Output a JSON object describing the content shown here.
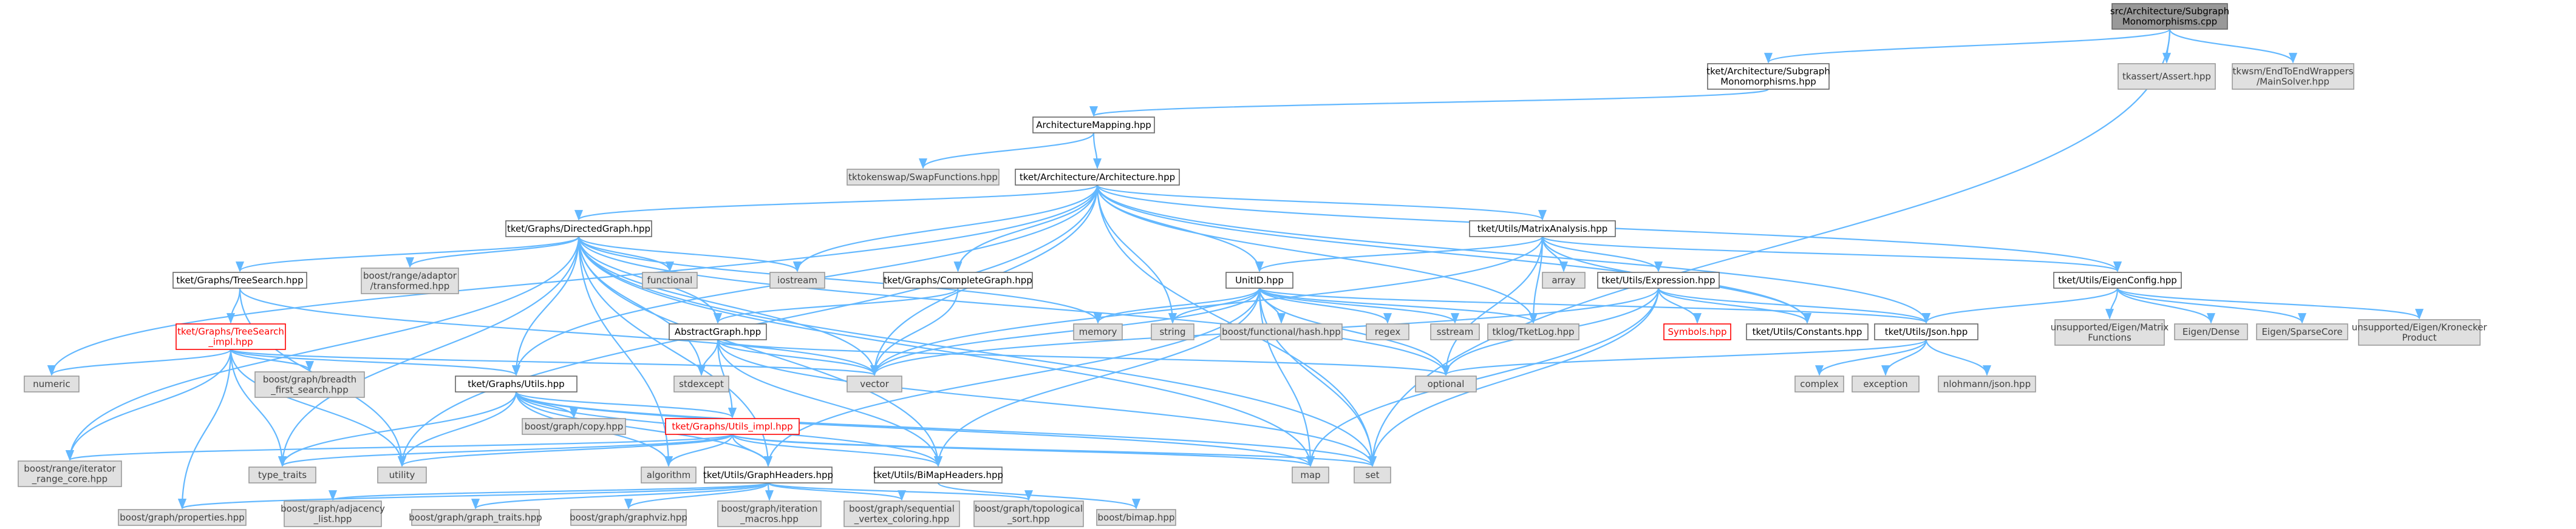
{
  "colors": {
    "edge": "#63b8ff",
    "local_fill": "#ffffff",
    "local_stroke": "#666666",
    "system_fill": "#e0e0e0",
    "system_stroke": "#999999",
    "root_fill": "#999999",
    "cycle_text": "#ff0000"
  },
  "nodes": [
    {
      "id": "root",
      "kind": "root",
      "lines": [
        "src/Architecture/Subgraph",
        "Monomorphisms.cpp"
      ]
    },
    {
      "id": "subgraph_hpp",
      "kind": "local",
      "lines": [
        "tket/Architecture/Subgraph",
        "Monomorphisms.hpp"
      ]
    },
    {
      "id": "tkassert",
      "kind": "sys",
      "lines": [
        "tkassert/Assert.hpp"
      ]
    },
    {
      "id": "mainsolver",
      "kind": "sys",
      "lines": [
        "tkwsm/EndToEndWrappers",
        "/MainSolver.hpp"
      ]
    },
    {
      "id": "archmapping",
      "kind": "local",
      "lines": [
        "ArchitectureMapping.hpp"
      ]
    },
    {
      "id": "swapfunc",
      "kind": "sys",
      "lines": [
        "tktokenswap/SwapFunctions.hpp"
      ]
    },
    {
      "id": "architecture",
      "kind": "local",
      "lines": [
        "tket/Architecture/Architecture.hpp"
      ]
    },
    {
      "id": "directedgraph",
      "kind": "local",
      "lines": [
        "tket/Graphs/DirectedGraph.hpp"
      ]
    },
    {
      "id": "matrixanalysis",
      "kind": "local",
      "lines": [
        "tket/Utils/MatrixAnalysis.hpp"
      ]
    },
    {
      "id": "treesearch",
      "kind": "local",
      "lines": [
        "tket/Graphs/TreeSearch.hpp"
      ]
    },
    {
      "id": "rangeadaptor",
      "kind": "sys",
      "lines": [
        "boost/range/adaptor",
        "/transformed.hpp"
      ]
    },
    {
      "id": "functional",
      "kind": "sys",
      "lines": [
        "functional"
      ]
    },
    {
      "id": "iostream",
      "kind": "sys",
      "lines": [
        "iostream"
      ]
    },
    {
      "id": "completegraph",
      "kind": "local",
      "lines": [
        "tket/Graphs/CompleteGraph.hpp"
      ]
    },
    {
      "id": "array",
      "kind": "sys",
      "lines": [
        "array"
      ]
    },
    {
      "id": "expression",
      "kind": "local",
      "lines": [
        "tket/Utils/Expression.hpp"
      ]
    },
    {
      "id": "eigenconfig",
      "kind": "local",
      "lines": [
        "tket/Utils/EigenConfig.hpp"
      ]
    },
    {
      "id": "unitid",
      "kind": "local",
      "lines": [
        "UnitID.hpp"
      ]
    },
    {
      "id": "treesearchimpl",
      "kind": "red",
      "lines": [
        "tket/Graphs/TreeSearch",
        "_impl.hpp"
      ]
    },
    {
      "id": "abstractgraph",
      "kind": "local",
      "lines": [
        "AbstractGraph.hpp"
      ]
    },
    {
      "id": "memory",
      "kind": "sys",
      "lines": [
        "memory"
      ]
    },
    {
      "id": "string",
      "kind": "sys",
      "lines": [
        "string"
      ]
    },
    {
      "id": "boostfunctional",
      "kind": "sys",
      "lines": [
        "boost/functional/hash.hpp"
      ]
    },
    {
      "id": "regex",
      "kind": "sys",
      "lines": [
        "regex"
      ]
    },
    {
      "id": "sstream",
      "kind": "sys",
      "lines": [
        "sstream"
      ]
    },
    {
      "id": "tketlog",
      "kind": "sys",
      "lines": [
        "tklog/TketLog.hpp"
      ]
    },
    {
      "id": "symbols",
      "kind": "red",
      "lines": [
        "Symbols.hpp"
      ]
    },
    {
      "id": "constants",
      "kind": "local",
      "lines": [
        "tket/Utils/Constants.hpp"
      ]
    },
    {
      "id": "json",
      "kind": "local",
      "lines": [
        "tket/Utils/Json.hpp"
      ]
    },
    {
      "id": "unsupmatrix",
      "kind": "sys",
      "lines": [
        "unsupported/Eigen/Matrix",
        "Functions"
      ]
    },
    {
      "id": "eigendense",
      "kind": "sys",
      "lines": [
        "Eigen/Dense"
      ]
    },
    {
      "id": "eigensparse",
      "kind": "sys",
      "lines": [
        "Eigen/SparseCore"
      ]
    },
    {
      "id": "unsupkron",
      "kind": "sys",
      "lines": [
        "unsupported/Eigen/Kronecker",
        "Product"
      ]
    },
    {
      "id": "numeric",
      "kind": "sys",
      "lines": [
        "numeric"
      ]
    },
    {
      "id": "breadthfirst",
      "kind": "sys",
      "lines": [
        "boost/graph/breadth",
        "_first_search.hpp"
      ]
    },
    {
      "id": "stdexcept",
      "kind": "sys",
      "lines": [
        "stdexcept"
      ]
    },
    {
      "id": "vector",
      "kind": "sys",
      "lines": [
        "vector"
      ]
    },
    {
      "id": "optional",
      "kind": "sys",
      "lines": [
        "optional"
      ]
    },
    {
      "id": "complex",
      "kind": "sys",
      "lines": [
        "complex"
      ]
    },
    {
      "id": "exception",
      "kind": "sys",
      "lines": [
        "exception"
      ]
    },
    {
      "id": "nlohmann",
      "kind": "sys",
      "lines": [
        "nlohmann/json.hpp"
      ]
    },
    {
      "id": "graphutils",
      "kind": "local",
      "lines": [
        "tket/Graphs/Utils.hpp"
      ]
    },
    {
      "id": "boostcopy",
      "kind": "sys",
      "lines": [
        "boost/graph/copy.hpp"
      ]
    },
    {
      "id": "graphutilsimpl",
      "kind": "red",
      "lines": [
        "tket/Graphs/Utils_impl.hpp"
      ]
    },
    {
      "id": "rangeiterator",
      "kind": "sys",
      "lines": [
        "boost/range/iterator",
        "_range_core.hpp"
      ]
    },
    {
      "id": "typetraits",
      "kind": "sys",
      "lines": [
        "type_traits"
      ]
    },
    {
      "id": "utility",
      "kind": "sys",
      "lines": [
        "utility"
      ]
    },
    {
      "id": "algorithm",
      "kind": "sys",
      "lines": [
        "algorithm"
      ]
    },
    {
      "id": "graphheaders",
      "kind": "local",
      "lines": [
        "tket/Utils/GraphHeaders.hpp"
      ]
    },
    {
      "id": "bimapheaders",
      "kind": "local",
      "lines": [
        "tket/Utils/BiMapHeaders.hpp"
      ]
    },
    {
      "id": "map",
      "kind": "sys",
      "lines": [
        "map"
      ]
    },
    {
      "id": "set",
      "kind": "sys",
      "lines": [
        "set"
      ]
    },
    {
      "id": "properties",
      "kind": "sys",
      "lines": [
        "boost/graph/properties.hpp"
      ]
    },
    {
      "id": "adjacency",
      "kind": "sys",
      "lines": [
        "boost/graph/adjacency",
        "_list.hpp"
      ]
    },
    {
      "id": "graphtraits",
      "kind": "sys",
      "lines": [
        "boost/graph/graph_traits.hpp"
      ]
    },
    {
      "id": "graphviz",
      "kind": "sys",
      "lines": [
        "boost/graph/graphviz.hpp"
      ]
    },
    {
      "id": "iteration",
      "kind": "sys",
      "lines": [
        "boost/graph/iteration",
        "_macros.hpp"
      ]
    },
    {
      "id": "seqcoloring",
      "kind": "sys",
      "lines": [
        "boost/graph/sequential",
        "_vertex_coloring.hpp"
      ]
    },
    {
      "id": "toposort",
      "kind": "sys",
      "lines": [
        "boost/graph/topological",
        "_sort.hpp"
      ]
    },
    {
      "id": "bimap",
      "kind": "sys",
      "lines": [
        "boost/bimap.hpp"
      ]
    }
  ],
  "edges": [
    [
      "root",
      "subgraph_hpp"
    ],
    [
      "root",
      "tkassert"
    ],
    [
      "root",
      "mainsolver"
    ],
    [
      "root",
      "set"
    ],
    [
      "subgraph_hpp",
      "archmapping"
    ],
    [
      "archmapping",
      "swapfunc"
    ],
    [
      "archmapping",
      "architecture"
    ],
    [
      "architecture",
      "directedgraph"
    ],
    [
      "architecture",
      "matrixanalysis"
    ],
    [
      "architecture",
      "completegraph"
    ],
    [
      "architecture",
      "eigenconfig"
    ],
    [
      "architecture",
      "unitid"
    ],
    [
      "architecture",
      "json"
    ],
    [
      "architecture",
      "tketlog"
    ],
    [
      "architecture",
      "iostream"
    ],
    [
      "architecture",
      "string"
    ],
    [
      "architecture",
      "vector"
    ],
    [
      "architecture",
      "numeric"
    ],
    [
      "architecture",
      "utility"
    ],
    [
      "architecture",
      "set"
    ],
    [
      "architecture",
      "graphutils"
    ],
    [
      "architecture",
      "constants"
    ],
    [
      "directedgraph",
      "treesearch"
    ],
    [
      "directedgraph",
      "rangeadaptor"
    ],
    [
      "directedgraph",
      "functional"
    ],
    [
      "directedgraph",
      "iostream"
    ],
    [
      "directedgraph",
      "abstractgraph"
    ],
    [
      "directedgraph",
      "graphutils"
    ],
    [
      "directedgraph",
      "memory"
    ],
    [
      "directedgraph",
      "optional"
    ],
    [
      "directedgraph",
      "stdexcept"
    ],
    [
      "directedgraph",
      "vector"
    ],
    [
      "directedgraph",
      "rangeiterator"
    ],
    [
      "directedgraph",
      "typetraits"
    ],
    [
      "directedgraph",
      "algorithm"
    ],
    [
      "directedgraph",
      "graphheaders"
    ],
    [
      "directedgraph",
      "bimapheaders"
    ],
    [
      "directedgraph",
      "map"
    ],
    [
      "directedgraph",
      "set"
    ],
    [
      "treesearch",
      "treesearchimpl"
    ],
    [
      "treesearch",
      "vector"
    ],
    [
      "treesearch",
      "utility"
    ],
    [
      "treesearchimpl",
      "numeric"
    ],
    [
      "treesearchimpl",
      "breadthfirst"
    ],
    [
      "treesearchimpl",
      "graphutils"
    ],
    [
      "treesearchimpl",
      "rangeiterator"
    ],
    [
      "treesearchimpl",
      "typetraits"
    ],
    [
      "treesearchimpl",
      "utility"
    ],
    [
      "treesearchimpl",
      "properties"
    ],
    [
      "treesearchimpl",
      "vector"
    ],
    [
      "completegraph",
      "abstractgraph"
    ],
    [
      "completegraph",
      "vector"
    ],
    [
      "abstractgraph",
      "stdexcept"
    ],
    [
      "abstractgraph",
      "vector"
    ],
    [
      "abstractgraph",
      "optional"
    ],
    [
      "abstractgraph",
      "set"
    ],
    [
      "abstractgraph",
      "bimapheaders"
    ],
    [
      "abstractgraph",
      "graphutilsimpl"
    ],
    [
      "matrixanalysis",
      "unitid"
    ],
    [
      "matrixanalysis",
      "array"
    ],
    [
      "matrixanalysis",
      "expression"
    ],
    [
      "matrixanalysis",
      "eigenconfig"
    ],
    [
      "matrixanalysis",
      "tketlog"
    ],
    [
      "matrixanalysis",
      "vector"
    ],
    [
      "matrixanalysis",
      "optional"
    ],
    [
      "matrixanalysis",
      "constants"
    ],
    [
      "expression",
      "symbols"
    ],
    [
      "expression",
      "constants"
    ],
    [
      "expression",
      "json"
    ],
    [
      "expression",
      "optional"
    ],
    [
      "expression",
      "set"
    ],
    [
      "expression",
      "map"
    ],
    [
      "expression",
      "vector"
    ],
    [
      "eigenconfig",
      "json"
    ],
    [
      "eigenconfig",
      "unsupmatrix"
    ],
    [
      "eigenconfig",
      "eigendense"
    ],
    [
      "eigenconfig",
      "eigensparse"
    ],
    [
      "eigenconfig",
      "unsupkron"
    ],
    [
      "unitid",
      "memory"
    ],
    [
      "unitid",
      "string"
    ],
    [
      "unitid",
      "boostfunctional"
    ],
    [
      "unitid",
      "regex"
    ],
    [
      "unitid",
      "sstream"
    ],
    [
      "unitid",
      "tketlog"
    ],
    [
      "unitid",
      "json"
    ],
    [
      "unitid",
      "vector"
    ],
    [
      "unitid",
      "optional"
    ],
    [
      "unitid",
      "map"
    ],
    [
      "unitid",
      "set"
    ],
    [
      "unitid",
      "bimapheaders"
    ],
    [
      "unitid",
      "graphheaders"
    ],
    [
      "json",
      "complex"
    ],
    [
      "json",
      "exception"
    ],
    [
      "json",
      "nlohmann"
    ],
    [
      "json",
      "optional"
    ],
    [
      "graphutils",
      "boostcopy"
    ],
    [
      "graphutils",
      "graphutilsimpl"
    ],
    [
      "graphutils",
      "typetraits"
    ],
    [
      "graphutils",
      "utility"
    ],
    [
      "graphutils",
      "algorithm"
    ],
    [
      "graphutils",
      "set"
    ],
    [
      "graphutils",
      "map"
    ],
    [
      "graphutils",
      "graphheaders"
    ],
    [
      "graphutils",
      "bimapheaders"
    ],
    [
      "graphutilsimpl",
      "rangeiterator"
    ],
    [
      "graphutilsimpl",
      "typetraits"
    ],
    [
      "graphutilsimpl",
      "utility"
    ],
    [
      "graphutilsimpl",
      "algorithm"
    ],
    [
      "graphutilsimpl",
      "graphheaders"
    ],
    [
      "graphutilsimpl",
      "bimapheaders"
    ],
    [
      "graphutilsimpl",
      "map"
    ],
    [
      "graphutilsimpl",
      "set"
    ],
    [
      "graphheaders",
      "properties"
    ],
    [
      "graphheaders",
      "adjacency"
    ],
    [
      "graphheaders",
      "graphtraits"
    ],
    [
      "graphheaders",
      "graphviz"
    ],
    [
      "graphheaders",
      "iteration"
    ],
    [
      "graphheaders",
      "seqcoloring"
    ],
    [
      "graphheaders",
      "toposort"
    ],
    [
      "bimapheaders",
      "bimap"
    ]
  ]
}
